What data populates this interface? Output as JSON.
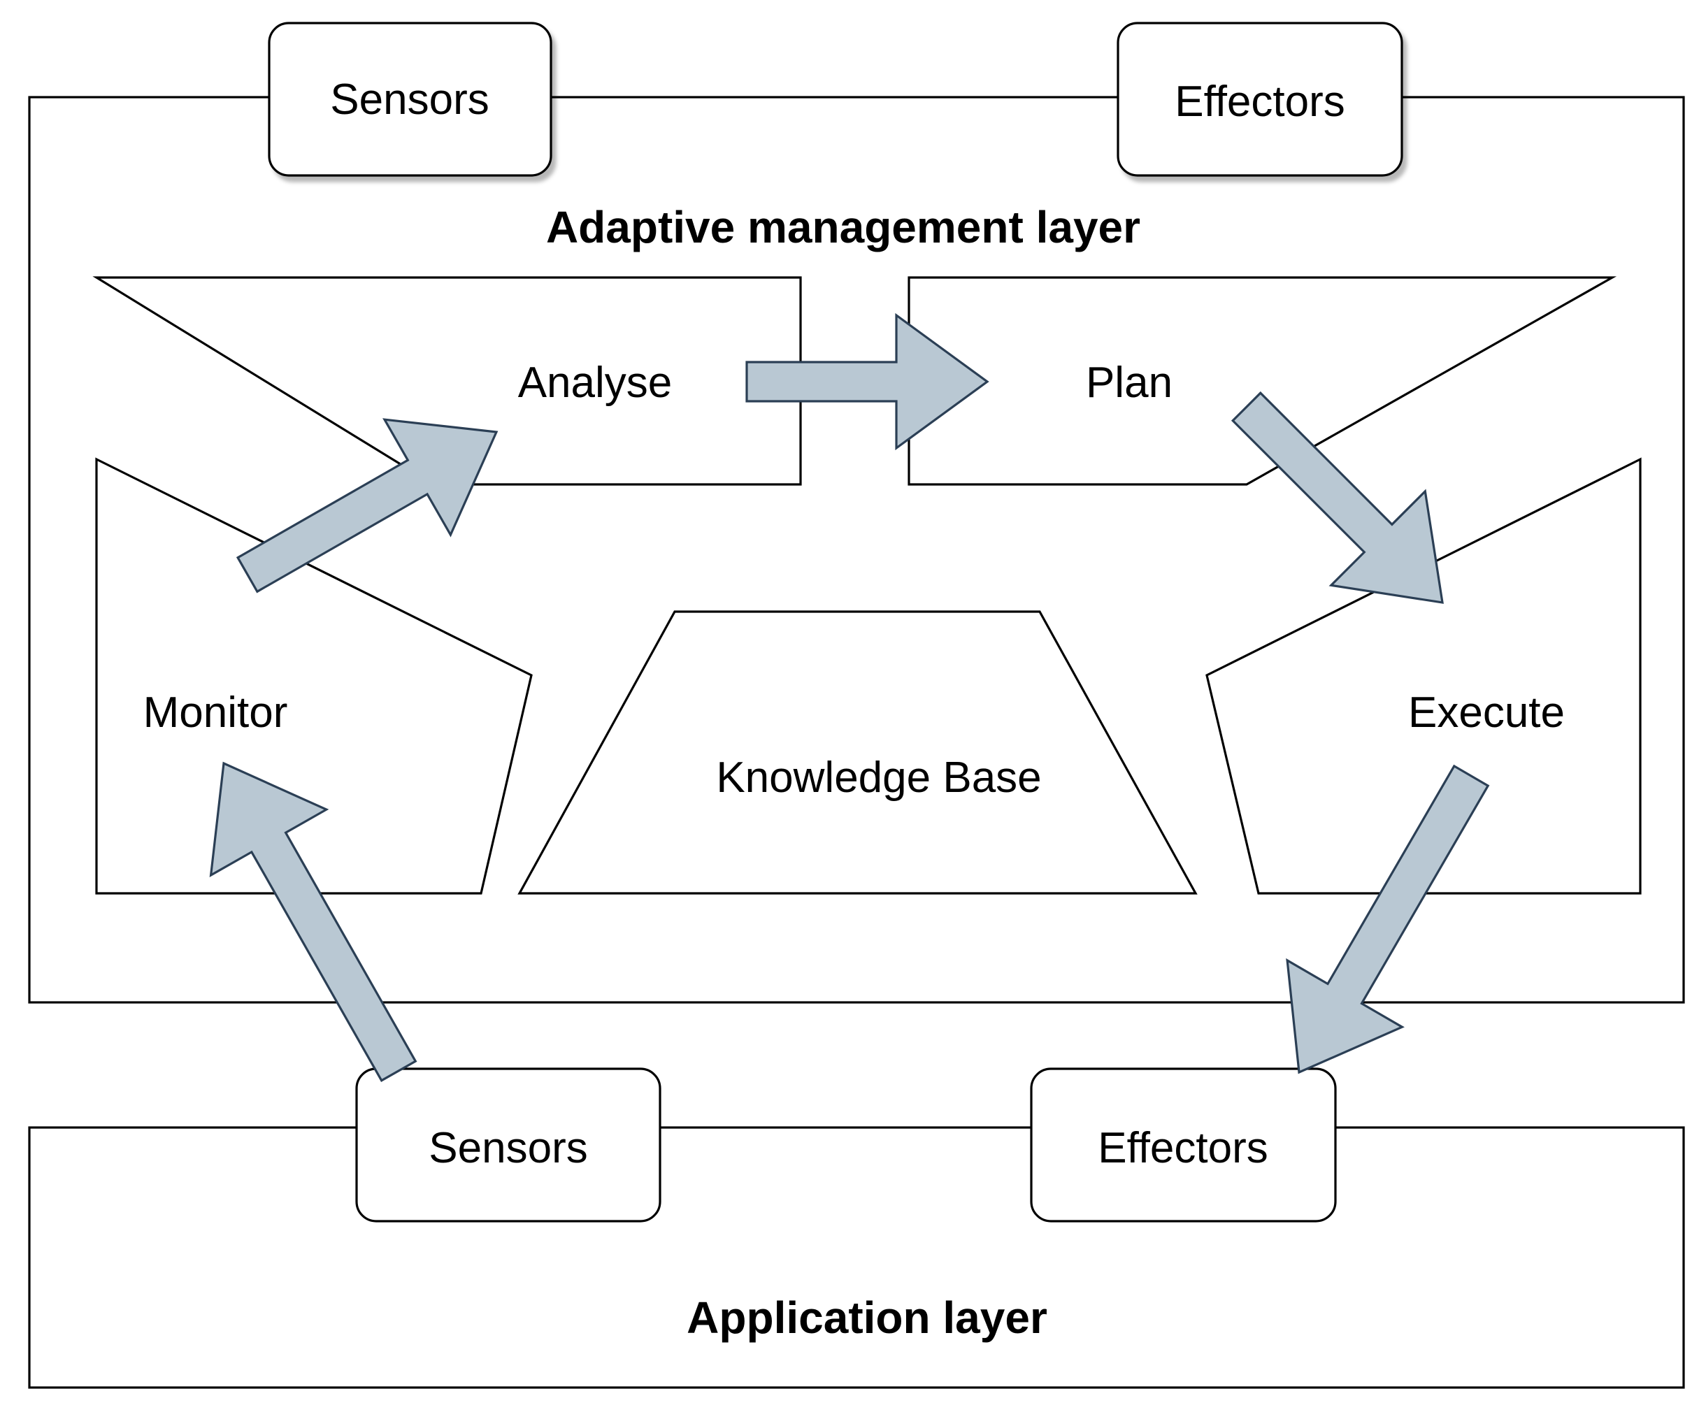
{
  "adaptive_layer": {
    "title": "Adaptive management layer",
    "sensors_label": "Sensors",
    "effectors_label": "Effectors"
  },
  "mape": {
    "monitor": "Monitor",
    "analyse": "Analyse",
    "plan": "Plan",
    "execute": "Execute",
    "knowledge": "Knowledge Base"
  },
  "application_layer": {
    "title": "Application layer",
    "sensors_label": "Sensors",
    "effectors_label": "Effectors"
  },
  "colors": {
    "arrow_fill": "#b9c8d3",
    "arrow_stroke": "#2b3f55",
    "line": "#000000",
    "background": "#ffffff"
  }
}
